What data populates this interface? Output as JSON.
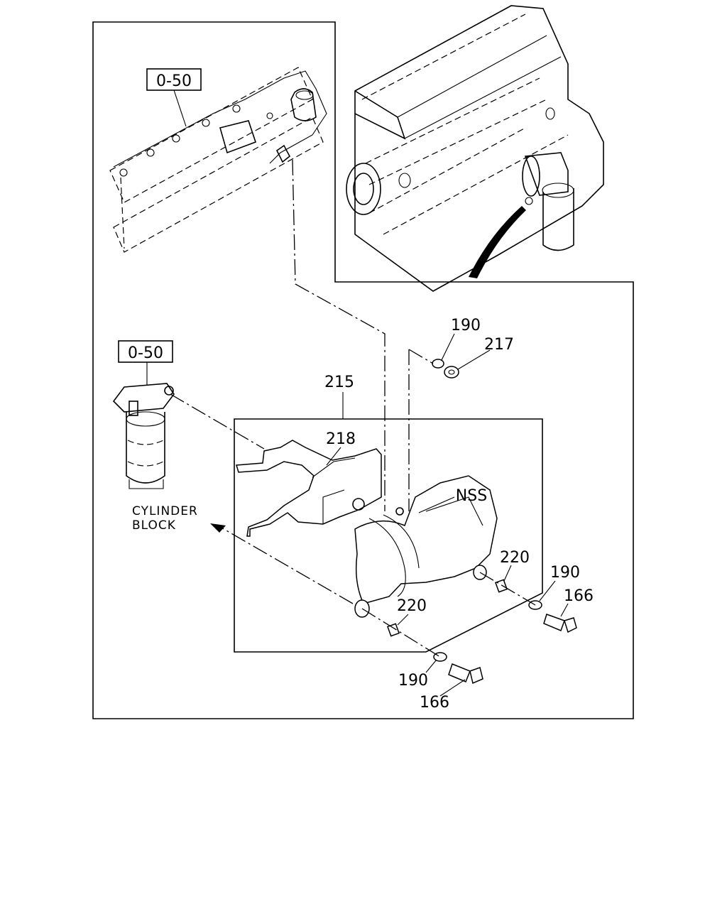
{
  "ref_boxes": [
    "0-50",
    "0-50"
  ],
  "callouts": {
    "bracket_assembly": "215",
    "heat_shield": "218",
    "washer_upper": "190",
    "nut": "217",
    "not_serviced": "NSS",
    "collar_right": "220",
    "washer_right": "190",
    "bolt_right": "166",
    "collar_lower": "220",
    "washer_lower": "190",
    "bolt_lower": "166"
  },
  "direction_label": {
    "line1": "CYLINDER",
    "line2": "BLOCK"
  }
}
